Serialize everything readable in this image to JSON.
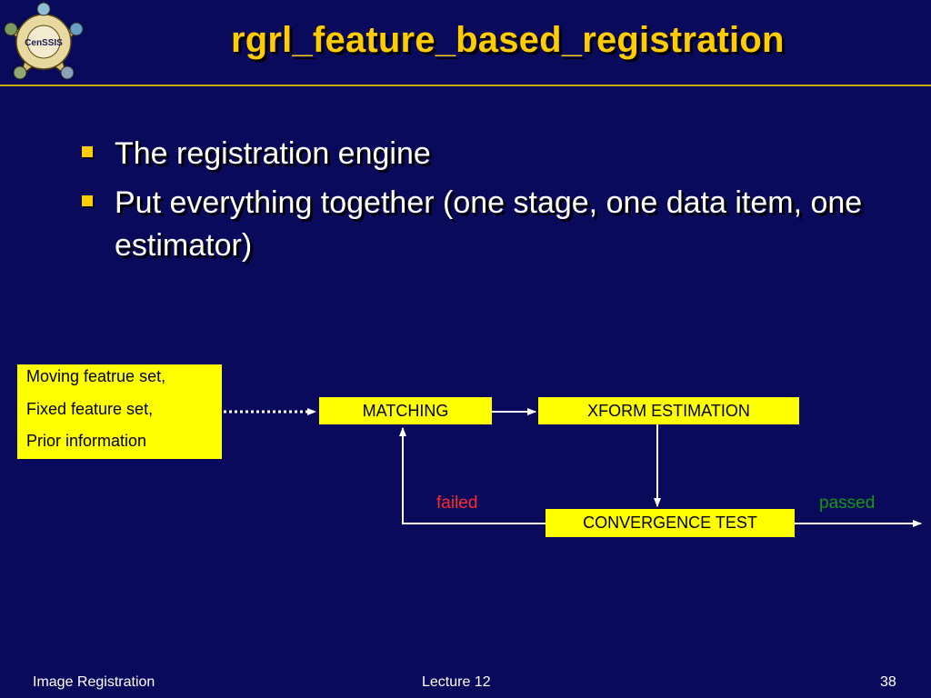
{
  "slide": {
    "title": "rgrl_feature_based_registration",
    "logo_text": "CenSSIS"
  },
  "bullets": [
    "The registration engine",
    "Put everything together (one stage, one data item, one estimator)"
  ],
  "diagram": {
    "input_lines": [
      "Moving featrue set,",
      "Fixed feature set,",
      "Prior information"
    ],
    "matching": "MATCHING",
    "xform": "XFORM ESTIMATION",
    "convergence": "CONVERGENCE TEST",
    "failed": "failed",
    "passed": "passed"
  },
  "footer": {
    "left": "Image Registration",
    "center": "Lecture 12",
    "page": "38"
  },
  "colors": {
    "background": "#0a0a5c",
    "title": "#ffcc00",
    "box": "#ffff00",
    "failed": "#ff2a2a",
    "passed": "#109a10"
  }
}
